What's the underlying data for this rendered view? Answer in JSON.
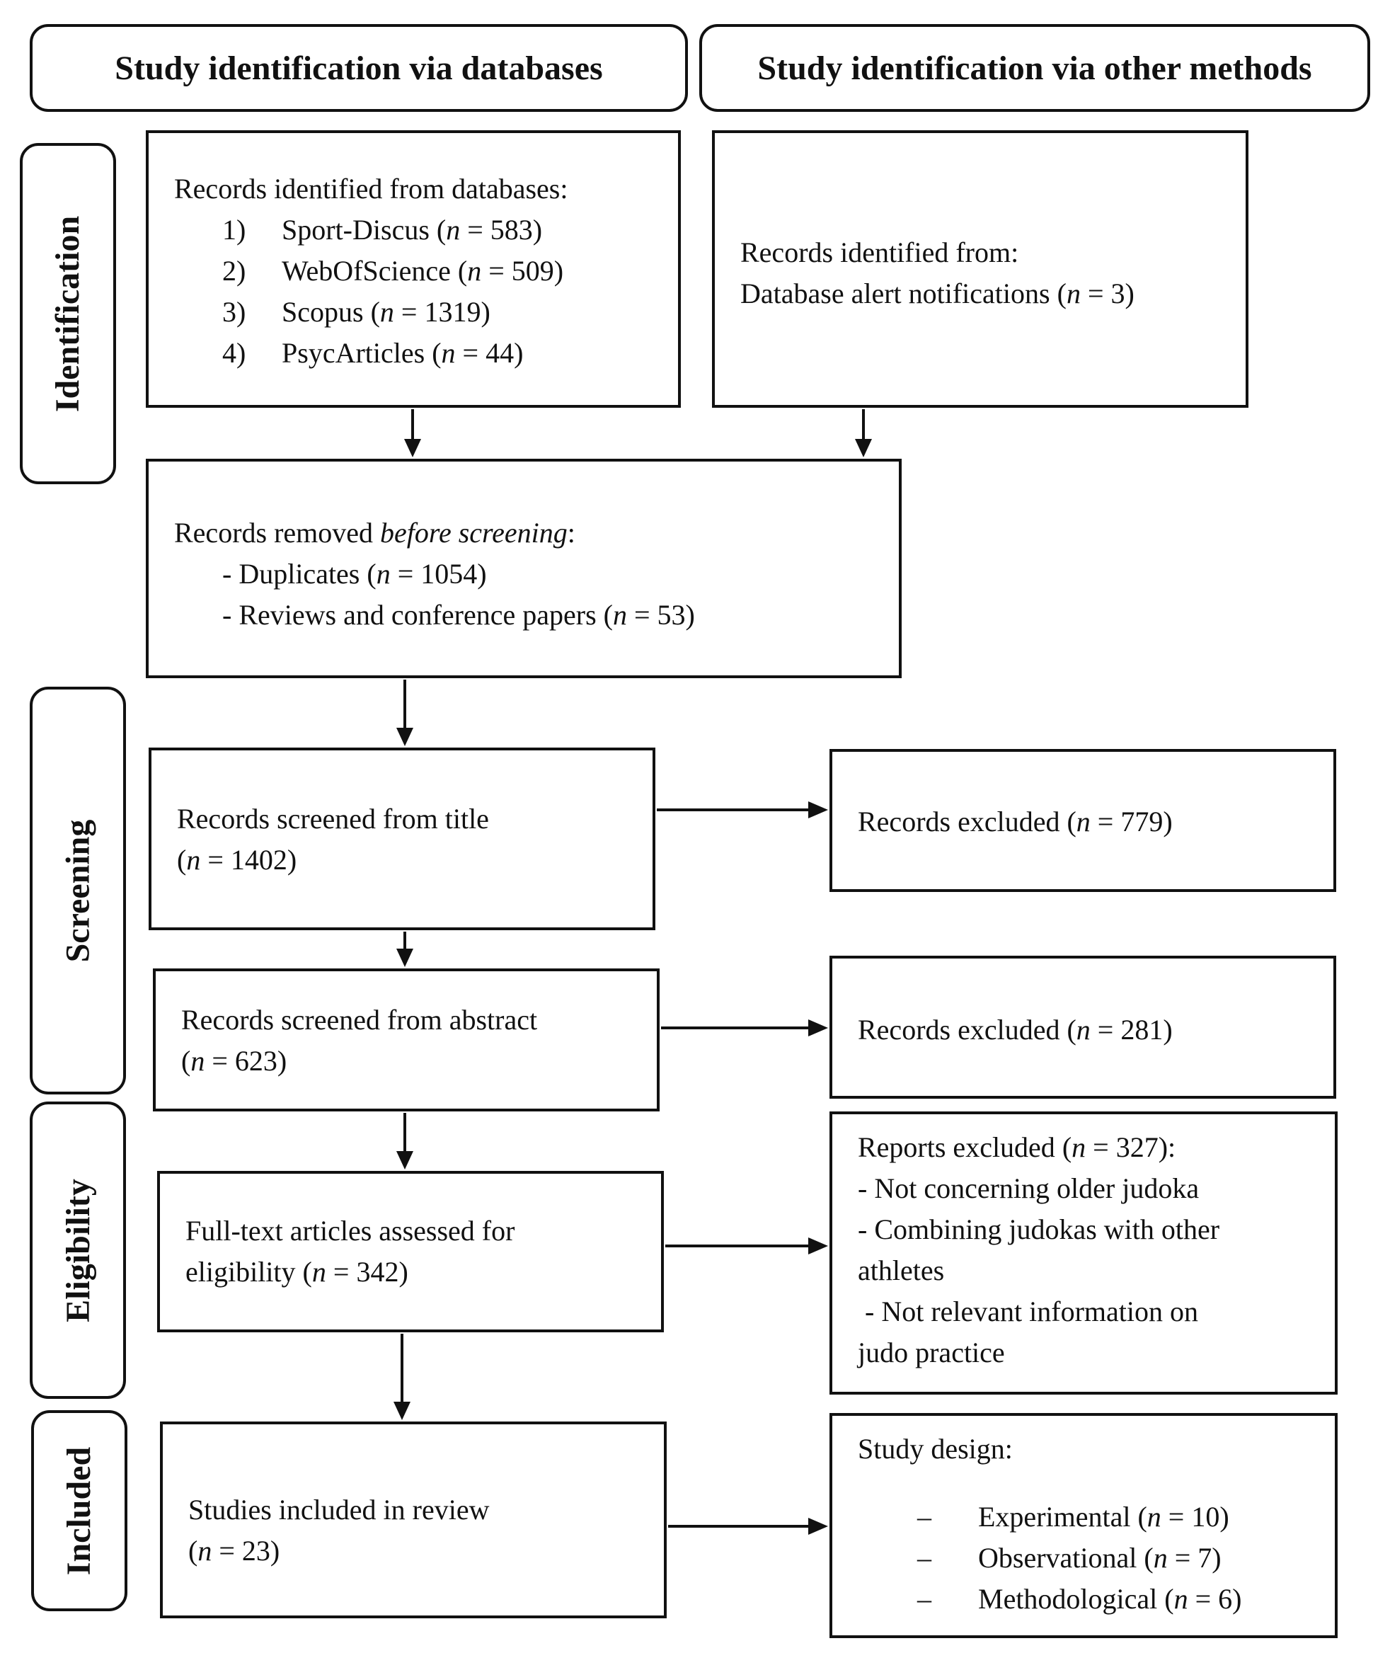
{
  "headers": {
    "databases": "Study identification via databases",
    "other": "Study identification via other methods"
  },
  "phases": {
    "identification": "Identification",
    "screening": "Screening",
    "eligibility": "Eligibility",
    "included": "Included"
  },
  "identification_db": {
    "title": "Records identified from databases:",
    "items": [
      {
        "num": "1)",
        "name": "Sport-Discus",
        "n": "583"
      },
      {
        "num": "2)",
        "name": "WebOfScience",
        "n": "509"
      },
      {
        "num": "3)",
        "name": "Scopus",
        "n": "1319"
      },
      {
        "num": "4)",
        "name": "PsycArticles",
        "n": "44"
      }
    ]
  },
  "identification_other": {
    "line1": "Records identified from:",
    "label": "Database alert notifications",
    "n": "3"
  },
  "removed": {
    "prefix": "Records removed ",
    "emphasis": "before screening",
    "suffix": ":",
    "items": [
      {
        "label": "- Duplicates",
        "n": "1054"
      },
      {
        "label": "- Reviews and conference papers",
        "n": "53"
      }
    ]
  },
  "screen_title": {
    "line1": "Records screened from title",
    "n": "1402"
  },
  "screen_abstract": {
    "line1": "Records screened from abstract",
    "n": "623"
  },
  "excluded_title": {
    "label": "Records excluded",
    "n": "779"
  },
  "excluded_abstract": {
    "label": "Records excluded",
    "n": "281"
  },
  "fulltext": {
    "line1": "Full-text articles assessed for",
    "line2": "eligibility",
    "n": "342"
  },
  "reports_excluded": {
    "label": "Reports excluded",
    "n": "327",
    "lines": [
      "- Not concerning older judoka",
      "- Combining judokas with other",
      "athletes",
      " - Not relevant information on",
      "judo practice"
    ]
  },
  "included_studies": {
    "line1": "Studies included in review",
    "n": "23"
  },
  "study_design": {
    "title": "Study design:",
    "items": [
      {
        "dash": "–",
        "label": "Experimental",
        "n": "10"
      },
      {
        "dash": "–",
        "label": "Observational",
        "n": "7"
      },
      {
        "dash": "–",
        "label": "Methodological",
        "n": "6"
      }
    ]
  }
}
